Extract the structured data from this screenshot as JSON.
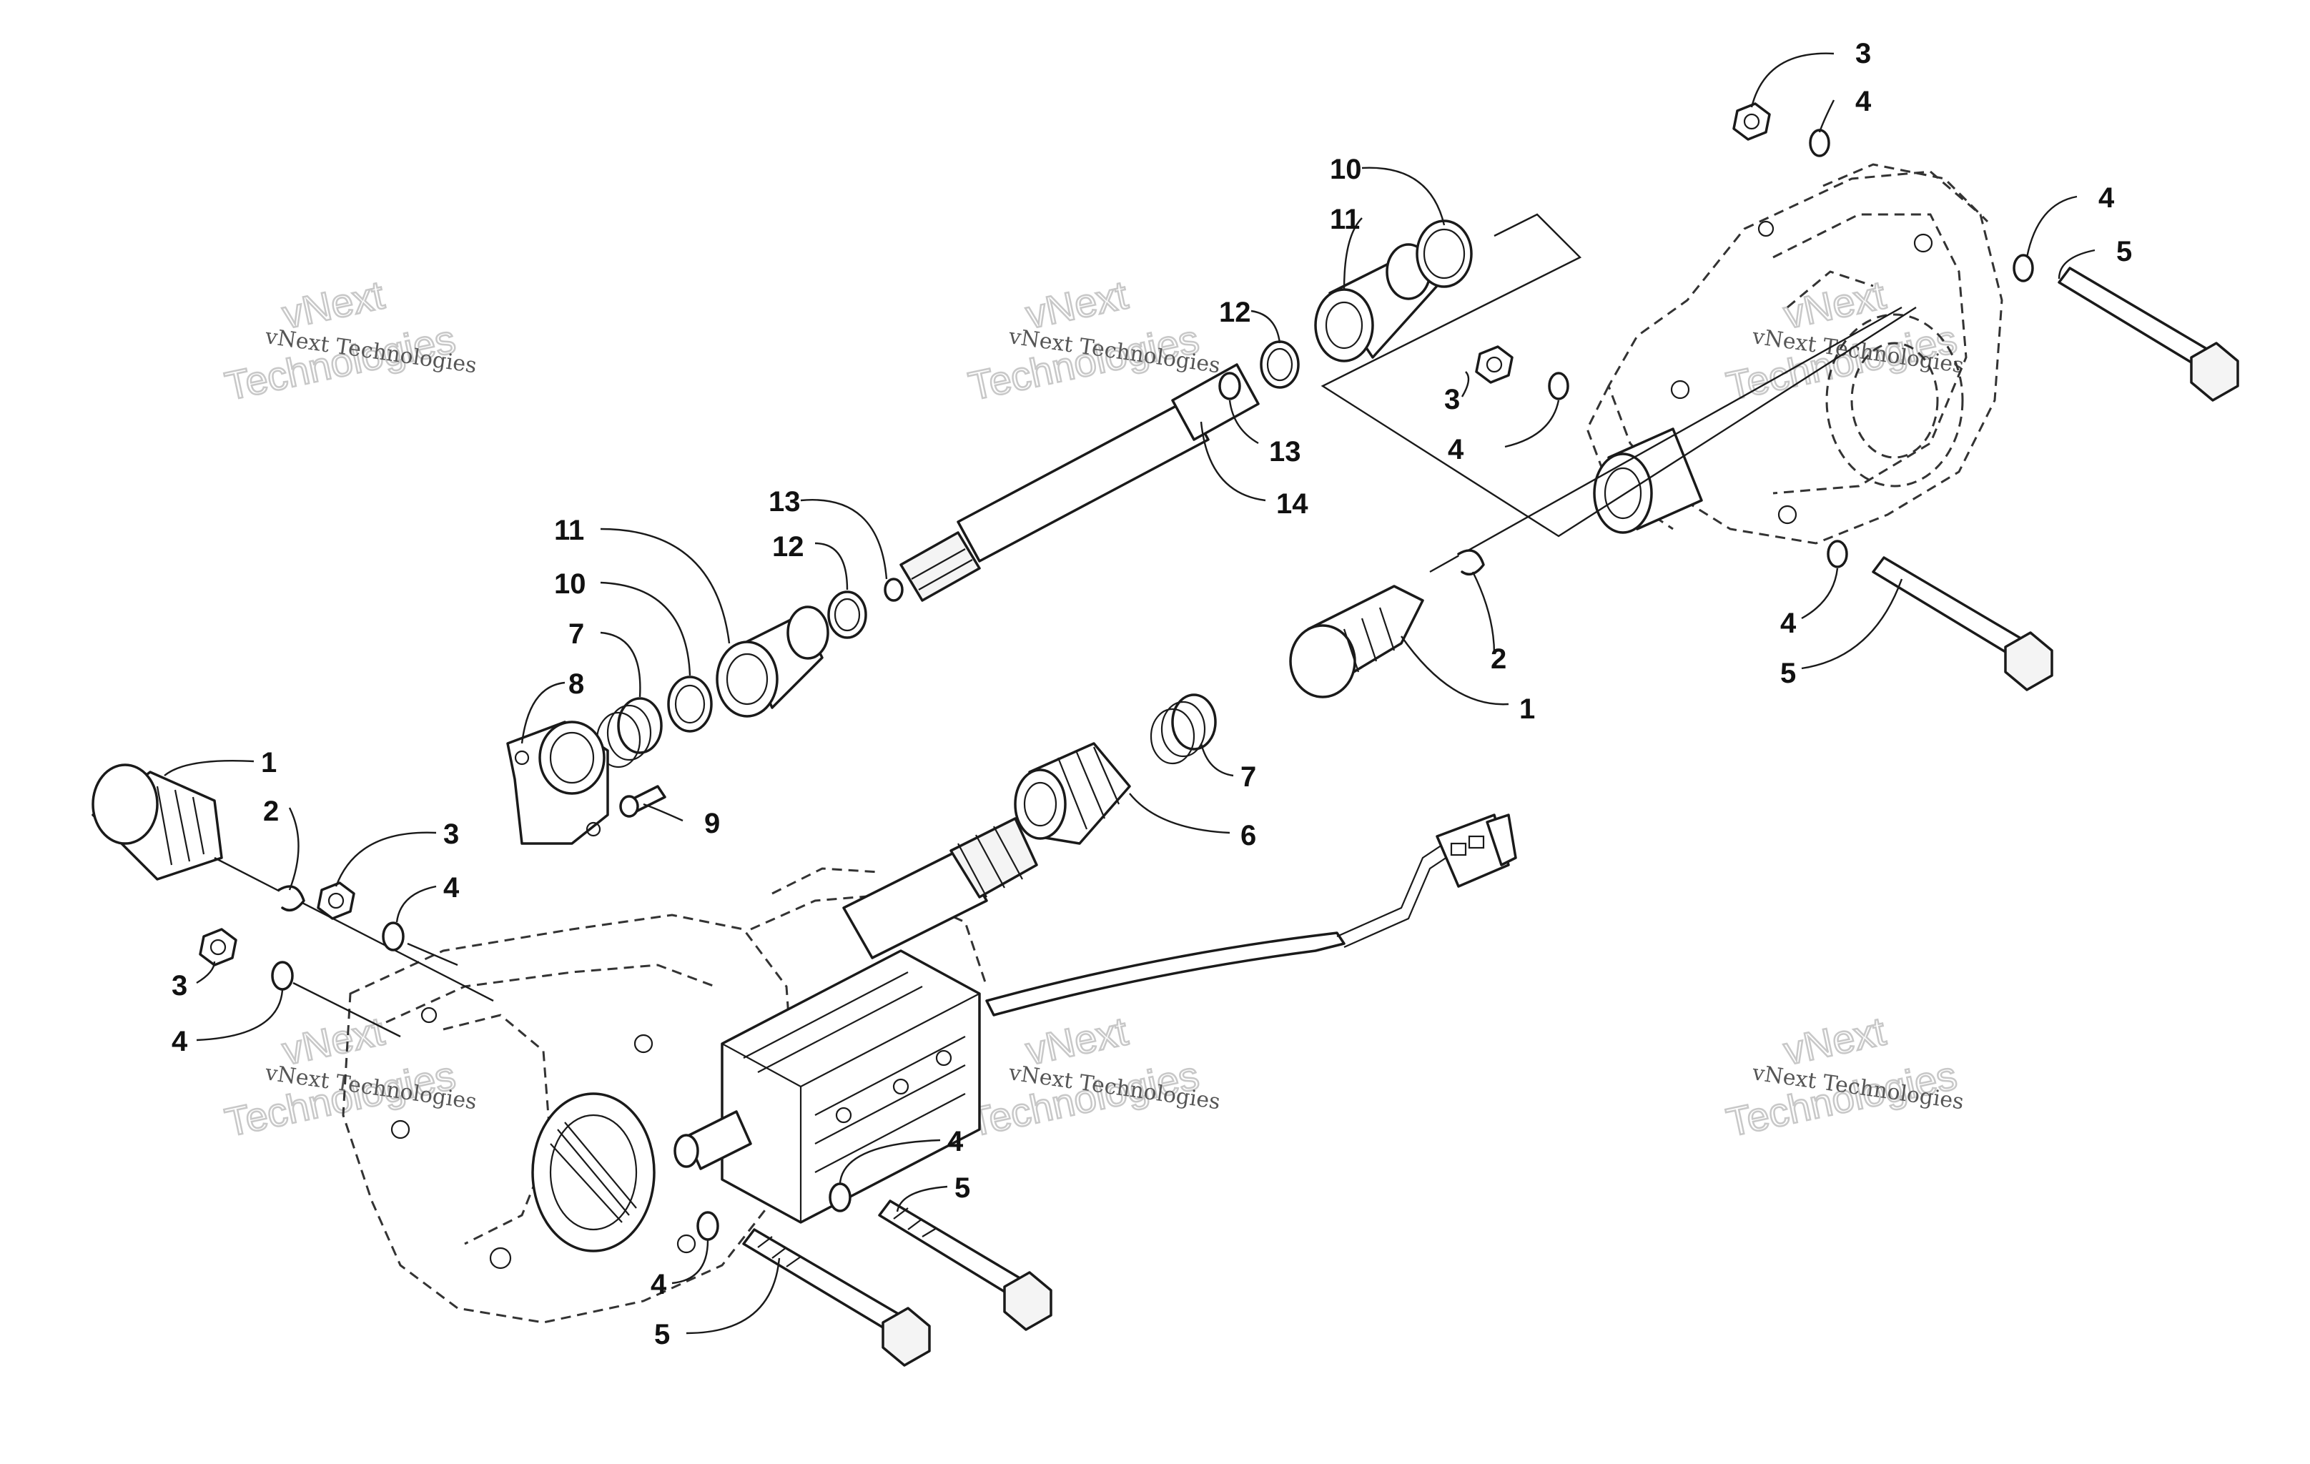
{
  "watermark": {
    "small": "vNext Technologies",
    "line1": "vNext",
    "line2": "Technologies"
  },
  "callouts": {
    "c_top3": "3",
    "c_top4": "4",
    "c_r4": "4",
    "c_r5": "5",
    "c_10a": "10",
    "c_11a": "11",
    "c_12a": "12",
    "c_13a": "13",
    "c_14": "14",
    "c_m3": "3",
    "c_m4": "4",
    "c_2r": "2",
    "c_1r": "1",
    "c_4rl": "4",
    "c_5rl": "5",
    "c_13b": "13",
    "c_12b": "12",
    "c_11b": "11",
    "c_10b": "10",
    "c_7a": "7",
    "c_8": "8",
    "c_9": "9",
    "c_7b": "7",
    "c_6": "6",
    "c_1l": "1",
    "c_2l": "2",
    "c_3l": "3",
    "c_4l": "4",
    "c_3l2": "3",
    "c_4l2": "4",
    "c_4bm": "4",
    "c_5bm": "5",
    "c_4bl": "4",
    "c_5bl": "5"
  }
}
